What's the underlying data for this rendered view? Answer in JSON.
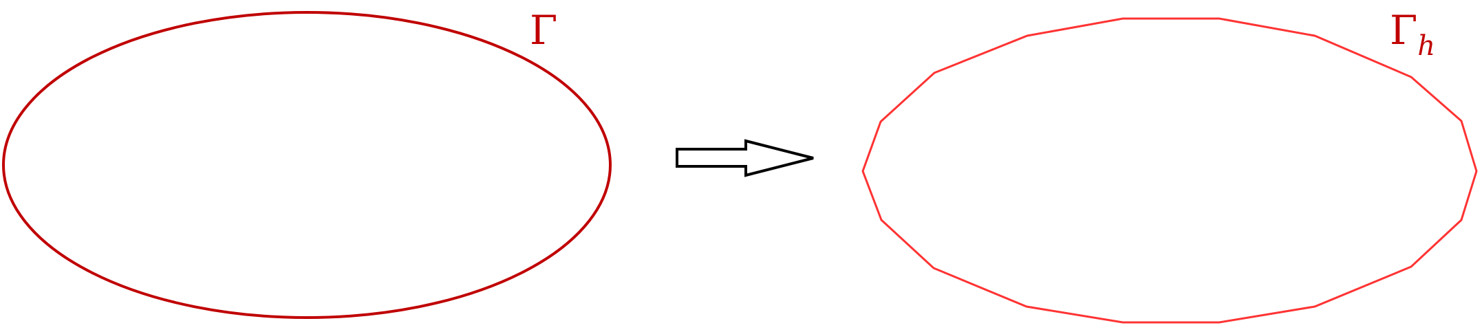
{
  "labels": {
    "curve": "Γ",
    "polygon_main": "Γ",
    "polygon_subscript": "h"
  },
  "colors": {
    "curve": "#c00000",
    "polygon": "#ff3333",
    "arrow": "#000000"
  }
}
